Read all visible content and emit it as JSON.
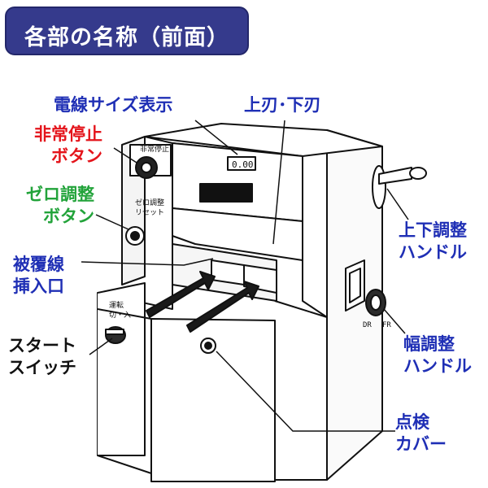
{
  "title": "各部の名称（前面）",
  "labels": {
    "wire_size_display": "電線サイズ表示",
    "blades": "上刃･下刃",
    "emergency_stop": [
      "非常停止",
      "ボタン"
    ],
    "zero_adjust": [
      "ゼロ調整",
      "ボタン"
    ],
    "vertical_handle": [
      "上下調整",
      "ハンドル"
    ],
    "insulated_inlet": [
      "被覆線",
      "挿入口"
    ],
    "start_switch": [
      "スタート",
      "スイッチ"
    ],
    "width_handle": [
      "幅調整",
      "ハンドル"
    ],
    "inspection_cover": [
      "点検",
      "カバー"
    ]
  },
  "device_text": {
    "display_value": "0.00",
    "emergency_panel": "非常停止",
    "zero_panel": [
      "ゼロ調整",
      "リセット"
    ],
    "switch_panel": [
      "運転",
      "切・入"
    ],
    "knob_marks": [
      "DR",
      "FR"
    ]
  },
  "colors": {
    "title_bg": "#353a8c",
    "label_blue": "#1f2fb5",
    "label_red": "#e4141b",
    "label_green": "#22a33a",
    "label_black": "#111111"
  }
}
